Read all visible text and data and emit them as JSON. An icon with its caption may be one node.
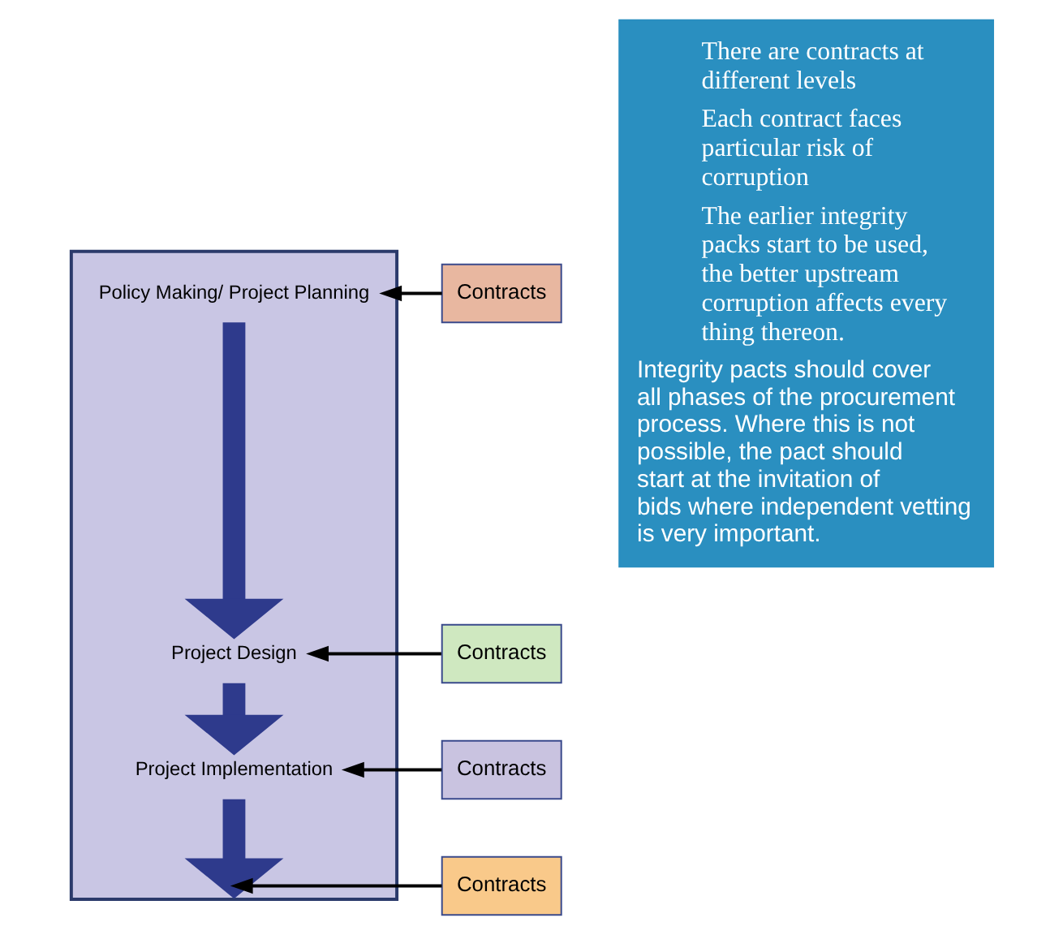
{
  "diagram": {
    "nodes": [
      {
        "text": [],
        "shape": "box"
      },
      {
        "text": [
          "Policy Making/ Project Planning"
        ],
        "in": 0
      },
      {
        "text": [
          "Project Design"
        ],
        "in": 0
      },
      {
        "text": [
          "Project Implementation"
        ],
        "in": 0
      },
      {
        "text": [
          "Contracts"
        ]
      },
      {
        "text": [
          "Contracts"
        ]
      },
      {
        "text": [
          "Contracts"
        ]
      },
      {
        "text": [
          "Contracts"
        ]
      },
      {
        "text": [
          "There are contracts at different levels",
          "Each contract faces particular risk of corruption",
          "The earlier integrity packs start to be used, the better upstream corruption affects every thing thereon.",
          "Integrity pacts should cover all phases of the procurement process. Where this is not possible, the pact should start at the invitation of bids where independent vetting is very important."
        ]
      }
    ],
    "edges": [
      {
        "from": 1,
        "to": 2,
        "arrow": "to",
        "style": "thick",
        "color": "#2e3a8c"
      },
      {
        "from": 2,
        "to": 3,
        "arrow": "to",
        "style": "thick",
        "color": "#2e3a8c"
      },
      {
        "from": 3,
        "to": 0,
        "arrow": "to",
        "style": "thick",
        "color": "#2e3a8c"
      },
      {
        "from": 4,
        "to": 1,
        "arrow": "to"
      },
      {
        "from": 5,
        "to": 2,
        "arrow": "to"
      },
      {
        "from": 6,
        "to": 3,
        "arrow": "to"
      },
      {
        "from": 7,
        "to": 0,
        "arrow": "to"
      }
    ]
  }
}
